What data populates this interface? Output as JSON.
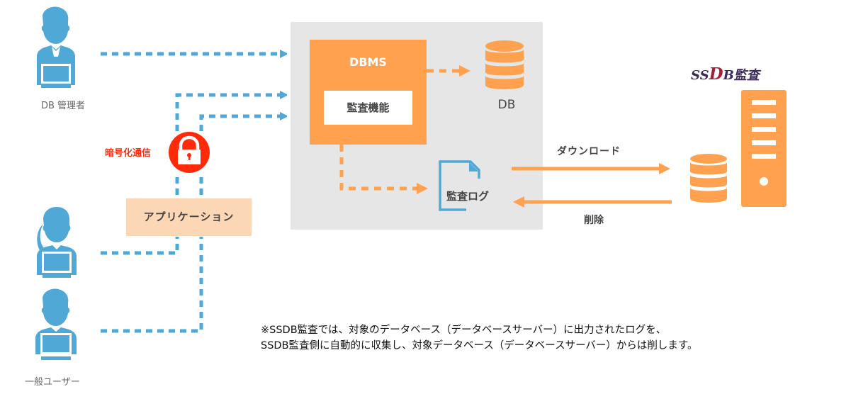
{
  "diagram": {
    "title": "SSDB監査 構成図",
    "colors": {
      "user_blue": "#4fa8d6",
      "orange": "#ffa14e",
      "lock_red": "#ff2a0a",
      "server_area_gray": "#e6e6e6",
      "app_box": "#fcd7b6",
      "brand_purple": "#3b2a5a",
      "brand_red": "#a3203a"
    },
    "actors": {
      "admin": {
        "label": "DB 管理者",
        "icon": "user-male-laptop-icon"
      },
      "general_users": {
        "label": "一般ユーザー",
        "icons": [
          "user-female-laptop-icon",
          "user-male-laptop-icon"
        ]
      }
    },
    "encryption": {
      "label": "暗号化通信",
      "icon": "lock-icon"
    },
    "application": {
      "label": "アプリケーション"
    },
    "server": {
      "dbms": {
        "title": "DBMS",
        "audit_function": "監査機能"
      },
      "database": {
        "label": "DB",
        "icon": "database-icon"
      },
      "audit_log": {
        "label": "監査ログ",
        "icon": "document-icon"
      }
    },
    "flows": {
      "download": "ダウンロード",
      "delete": "削除"
    },
    "product": {
      "logo_prefix": "SS",
      "logo_d": "D",
      "logo_suffix": "B監査",
      "icons": [
        "database-icon",
        "server-tower-icon"
      ]
    },
    "note": {
      "line1": "※SSDB監査では、対象のデータベース（データベースサーバー）に出力されたログを、",
      "line2": "SSDB監査側に自動的に収集し、対象データベース（データベースサーバー）からは削します。"
    }
  }
}
